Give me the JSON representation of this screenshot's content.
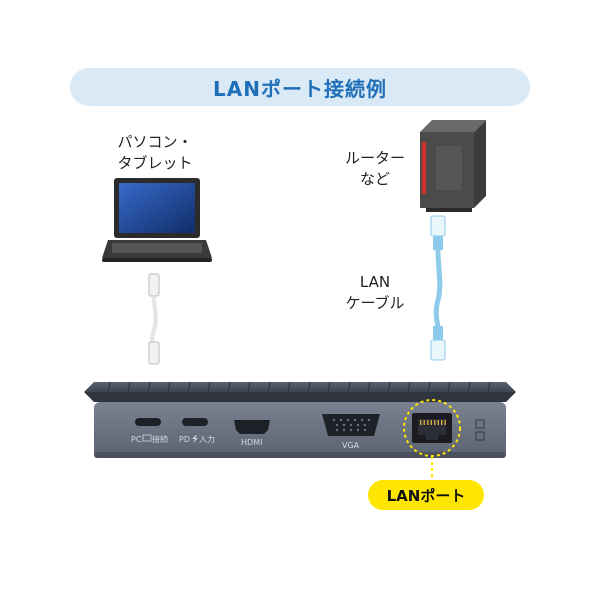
{
  "title": "LANポート接続例",
  "pc": {
    "label_line1": "パソコン・",
    "label_line2": "タブレット"
  },
  "router": {
    "label_line1": "ルーター",
    "label_line2": "など"
  },
  "lan_cable": {
    "label_line1": "LAN",
    "label_line2": "ケーブル"
  },
  "hub": {
    "port_pc": "PC",
    "port_pc_suffix": "接続",
    "port_pd": "PD",
    "port_pd_suffix": "入力",
    "port_hdmi": "HDMI",
    "port_vga": "VGA"
  },
  "callout": {
    "label": "LANポート"
  },
  "colors": {
    "title_bg": "#d9e9f5",
    "title_text": "#1f6fb8",
    "callout_bg": "#ffe600",
    "cable": "#8ecbea",
    "router_accent": "#d0312d"
  }
}
